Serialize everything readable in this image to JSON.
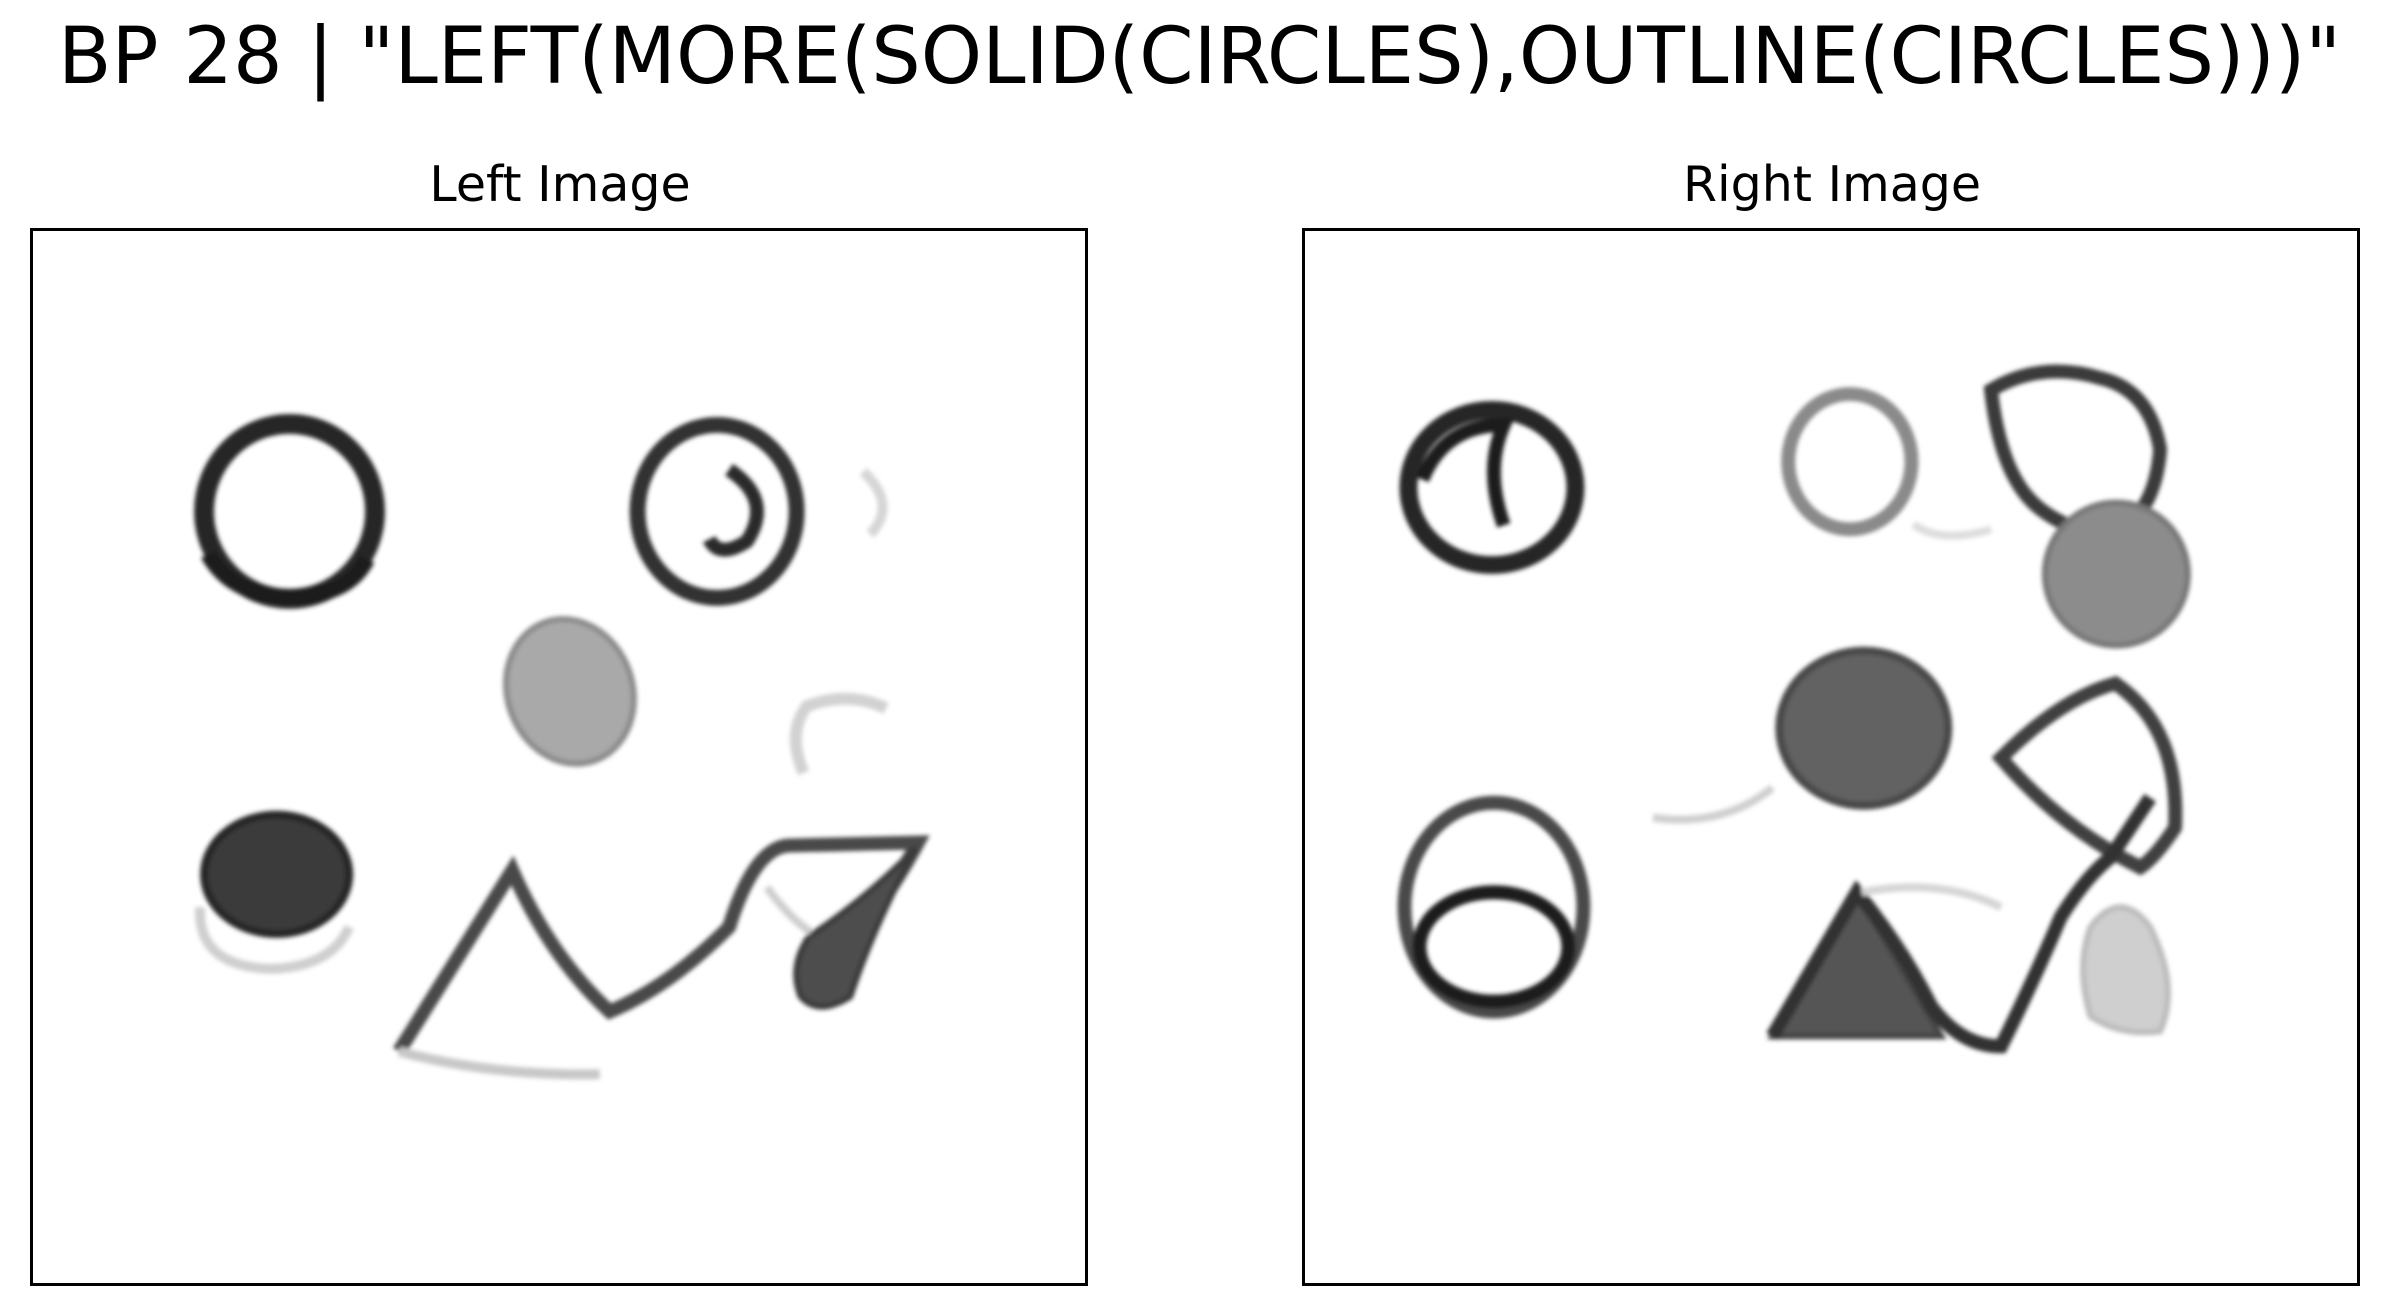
{
  "figure": {
    "title": "BP 28 | \"LEFT(MORE(SOLID(CIRCLES),OUTLINE(CIRCLES)))\""
  },
  "panels": {
    "left": {
      "title": "Left Image"
    },
    "right": {
      "title": "Right Image"
    }
  },
  "colors": {
    "background": "#ffffff",
    "frame": "#000000",
    "stroke_dark": "#262626",
    "stroke_mid": "#5a5a5a",
    "fill_dark": "#3a3a3a",
    "fill_mid": "#6e6e6e",
    "fill_light": "#a5a5a5"
  }
}
